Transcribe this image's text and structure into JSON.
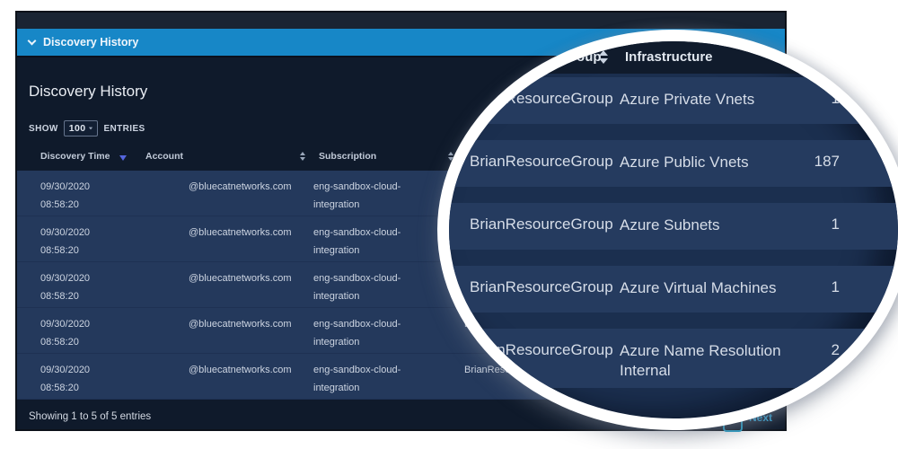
{
  "colors": {
    "collapse_bar_blue": "#1787c7",
    "panel_background": "#0f1a2b",
    "row_background": "#24395c",
    "magnifier_row_background": "#253b5f",
    "accent_cyan": "#2ba4d8",
    "active_sort_blue": "#5566dd",
    "rim_white": "#ffffff"
  },
  "collapse_bar": {
    "label": "Discovery History"
  },
  "panel": {
    "title": "Discovery History",
    "show_entries": {
      "show_label": "SHOW",
      "value": "100",
      "entries_label": "ENTRIES"
    },
    "table": {
      "headers": {
        "discovery_time": "Discovery Time",
        "account": "Account",
        "subscription": "Subscription"
      },
      "rows": [
        {
          "time1": "09/30/2020",
          "time2": "08:58:20",
          "account": "@bluecatnetworks.com",
          "sub1": "eng-sandbox-cloud-",
          "sub2": "integration",
          "rg": "BrianResourceGroup"
        },
        {
          "time1": "09/30/2020",
          "time2": "08:58:20",
          "account": "@bluecatnetworks.com",
          "sub1": "eng-sandbox-cloud-",
          "sub2": "integration",
          "rg": "BrianResourceGroup"
        },
        {
          "time1": "09/30/2020",
          "time2": "08:58:20",
          "account": "@bluecatnetworks.com",
          "sub1": "eng-sandbox-cloud-",
          "sub2": "integration",
          "rg": "BrianResourceGroup"
        },
        {
          "time1": "09/30/2020",
          "time2": "08:58:20",
          "account": "@bluecatnetworks.com",
          "sub1": "eng-sandbox-cloud-",
          "sub2": "integration",
          "rg": "BrianResourceGroup"
        },
        {
          "time1": "09/30/2020",
          "time2": "08:58:20",
          "account": "@bluecatnetworks.com",
          "sub1": "eng-sandbox-cloud-",
          "sub2": "integration",
          "rg": "BrianResourceGroup"
        }
      ]
    },
    "footer": {
      "summary": "Showing 1 to 5 of 5 entries",
      "next_label": "Next"
    }
  },
  "magnifier": {
    "headers": {
      "resource_group": "Resource Group",
      "infrastructure": "Infrastructure"
    },
    "rows": [
      {
        "resource_group": "BrianResourceGroup",
        "infrastructure": "Azure Private Vnets",
        "count": "1"
      },
      {
        "resource_group": "BrianResourceGroup",
        "infrastructure": "Azure Public Vnets",
        "count": "187"
      },
      {
        "resource_group": "BrianResourceGroup",
        "infrastructure": "Azure Subnets",
        "count": "1"
      },
      {
        "resource_group": "BrianResourceGroup",
        "infrastructure": "Azure Virtual Machines",
        "count": "1"
      },
      {
        "resource_group": "BrianResourceGroup",
        "infrastructure": "Azure Name Resolution Internal",
        "count": "2"
      }
    ]
  }
}
